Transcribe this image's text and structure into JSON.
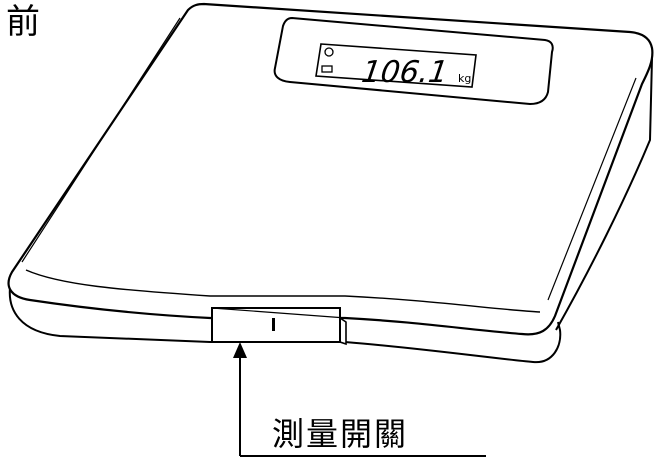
{
  "figure": {
    "corner_label": "前",
    "callout_label": "測量開關"
  },
  "display": {
    "reading": "106.1",
    "unit": "kg"
  },
  "colors": {
    "line": "#000000",
    "background": "#ffffff"
  }
}
